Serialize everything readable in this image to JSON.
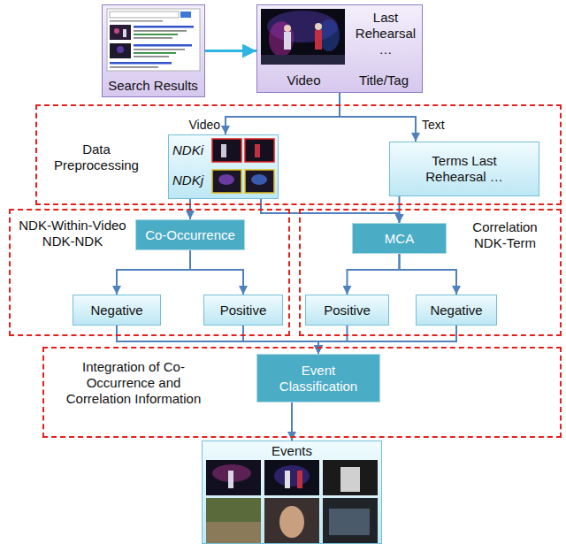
{
  "diagram": {
    "nodes": [
      {
        "text": [
          "Search Results"
        ]
      },
      {
        "text": [
          "Last Rehearsal …",
          "Video",
          "Title/Tag"
        ]
      },
      {
        "text": [
          "Data Preprocessing"
        ]
      },
      {
        "text": [
          "NDKi",
          "NDKj"
        ],
        "in": 2
      },
      {
        "text": [
          "Terms Last Rehearsal …"
        ],
        "in": 2
      },
      {
        "text": [
          "NDK-Within-Video NDK-NDK"
        ]
      },
      {
        "text": [
          "Co-Occurrence"
        ],
        "in": 5
      },
      {
        "text": [
          "Negative"
        ],
        "in": 5
      },
      {
        "text": [
          "Positive"
        ],
        "in": 5
      },
      {
        "text": [
          "Correlation NDK-Term"
        ]
      },
      {
        "text": [
          "MCA"
        ],
        "in": 9
      },
      {
        "text": [
          "Positive"
        ],
        "in": 9
      },
      {
        "text": [
          "Negative"
        ],
        "in": 9
      },
      {
        "text": [
          "Integration of Co-Occurrence and Correlation Information"
        ]
      },
      {
        "text": [
          "Event Classification"
        ],
        "in": 13
      },
      {
        "text": [
          "Events"
        ]
      }
    ],
    "edges": [
      {
        "from": 0,
        "to": 1,
        "arrow": "to"
      },
      {
        "from": 1,
        "to": 3,
        "label": "Video",
        "arrow": "to"
      },
      {
        "from": 1,
        "to": 4,
        "label": "Text",
        "arrow": "to"
      },
      {
        "from": 3,
        "to": 6,
        "arrow": "to"
      },
      {
        "from": 3,
        "to": 10,
        "arrow": "to"
      },
      {
        "from": 4,
        "to": 10,
        "arrow": "to"
      },
      {
        "from": 6,
        "to": 7,
        "arrow": "to"
      },
      {
        "from": 6,
        "to": 8,
        "arrow": "to"
      },
      {
        "from": 10,
        "to": 11,
        "arrow": "to"
      },
      {
        "from": 10,
        "to": 12,
        "arrow": "to"
      },
      {
        "from": 7,
        "to": 14,
        "arrow": "to"
      },
      {
        "from": 8,
        "to": 14,
        "arrow": "to"
      },
      {
        "from": 11,
        "to": 14,
        "arrow": "to"
      },
      {
        "from": 12,
        "to": 14,
        "arrow": "to"
      },
      {
        "from": 14,
        "to": 15,
        "arrow": "to"
      }
    ]
  }
}
